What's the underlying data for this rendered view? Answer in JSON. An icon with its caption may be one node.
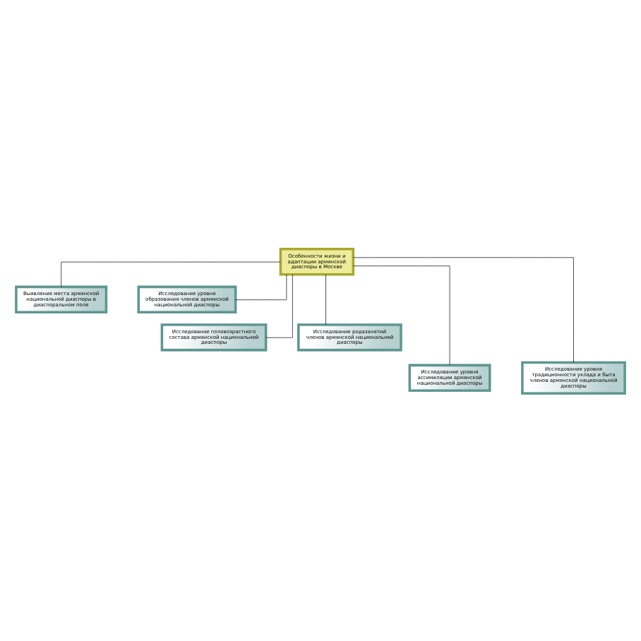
{
  "diagram": {
    "nodes": [
      {
        "text": [
          "Особенности жизни и адаптации армянской диаспоры в Москве"
        ]
      },
      {
        "text": [
          "Выявление места армянской национальной диаспоры в диаспоральном поле"
        ]
      },
      {
        "text": [
          "Исследование уровня образования членов армянской национальной диаспоры"
        ]
      },
      {
        "text": [
          "Исследование половозрастного состава армянской национальной диаспоры"
        ]
      },
      {
        "text": [
          "Исследование родазанятий членов армянской национальной диаспоры"
        ]
      },
      {
        "text": [
          "Исследование уровня ассимиляции армянской национальной диаспоры"
        ]
      },
      {
        "text": [
          "Исследование уровня традиционности уклада и быта членов армянской национальной диаспоры"
        ]
      }
    ],
    "edges": [
      {
        "from": 0,
        "to": 1,
        "arrow": "none"
      },
      {
        "from": 0,
        "to": 2,
        "arrow": "none"
      },
      {
        "from": 0,
        "to": 3,
        "arrow": "none"
      },
      {
        "from": 0,
        "to": 4,
        "arrow": "none"
      },
      {
        "from": 0,
        "to": 5,
        "arrow": "none"
      },
      {
        "from": 0,
        "to": 6,
        "arrow": "none"
      }
    ]
  }
}
